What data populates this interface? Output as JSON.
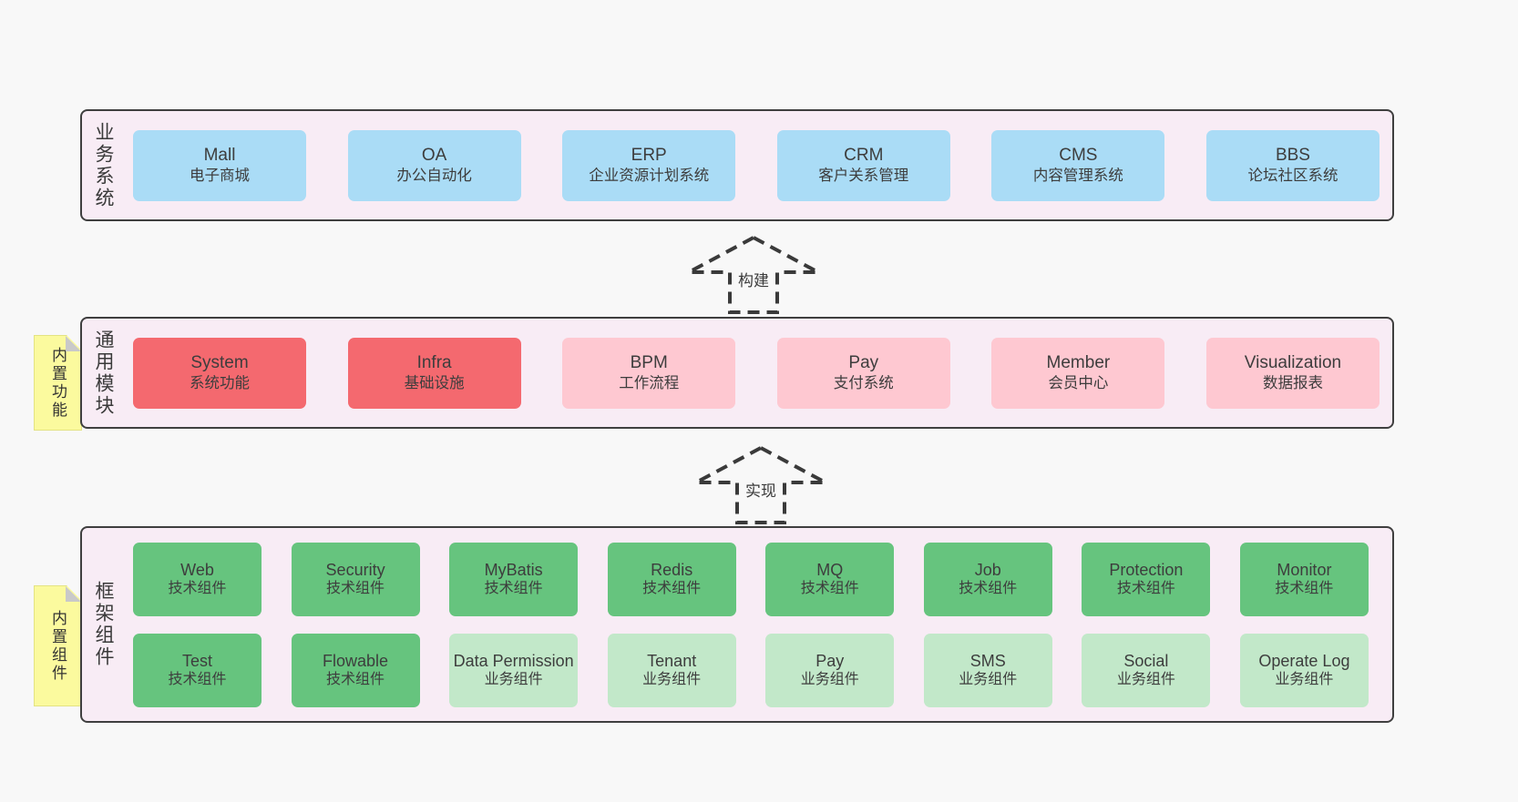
{
  "colors": {
    "page_bg": "#f8f8f8",
    "band_bg": "#f8ecf5",
    "band_border": "#3f3f3f",
    "box_blue": "#aadcf6",
    "box_red": "#f4696f",
    "box_pink": "#fec8d1",
    "box_green": "#66c47e",
    "box_light_green": "#c2e8c9",
    "sticky_yellow": "#fbfa9e",
    "sticky_fold_gray": "#c9c9c9",
    "text": "#3d3d3d"
  },
  "bands": {
    "business": {
      "label": "业务系统",
      "boxes": [
        {
          "name": "Mall",
          "desc": "电子商城"
        },
        {
          "name": "OA",
          "desc": "办公自动化"
        },
        {
          "name": "ERP",
          "desc": "企业资源计划系统"
        },
        {
          "name": "CRM",
          "desc": "客户关系管理"
        },
        {
          "name": "CMS",
          "desc": "内容管理系统"
        },
        {
          "name": "BBS",
          "desc": "论坛社区系统"
        }
      ]
    },
    "modules": {
      "label": "通用模块",
      "sticky": "内置功能",
      "boxes": [
        {
          "name": "System",
          "desc": "系统功能"
        },
        {
          "name": "Infra",
          "desc": "基础设施"
        },
        {
          "name": "BPM",
          "desc": "工作流程"
        },
        {
          "name": "Pay",
          "desc": "支付系统"
        },
        {
          "name": "Member",
          "desc": "会员中心"
        },
        {
          "name": "Visualization",
          "desc": "数据报表"
        }
      ]
    },
    "components": {
      "label": "框架组件",
      "sticky": "内置组件",
      "row1": [
        {
          "name": "Web",
          "desc": "技术组件"
        },
        {
          "name": "Security",
          "desc": "技术组件"
        },
        {
          "name": "MyBatis",
          "desc": "技术组件"
        },
        {
          "name": "Redis",
          "desc": "技术组件"
        },
        {
          "name": "MQ",
          "desc": "技术组件"
        },
        {
          "name": "Job",
          "desc": "技术组件"
        },
        {
          "name": "Protection",
          "desc": "技术组件"
        },
        {
          "name": "Monitor",
          "desc": "技术组件"
        }
      ],
      "row2": [
        {
          "name": "Test",
          "desc": "技术组件"
        },
        {
          "name": "Flowable",
          "desc": "技术组件"
        },
        {
          "name": "Data Permission",
          "desc": "业务组件"
        },
        {
          "name": "Tenant",
          "desc": "业务组件"
        },
        {
          "name": "Pay",
          "desc": "业务组件"
        },
        {
          "name": "SMS",
          "desc": "业务组件"
        },
        {
          "name": "Social",
          "desc": "业务组件"
        },
        {
          "name": "Operate Log",
          "desc": "业务组件"
        }
      ]
    }
  },
  "arrows": {
    "build": "构建",
    "implement": "实现"
  }
}
